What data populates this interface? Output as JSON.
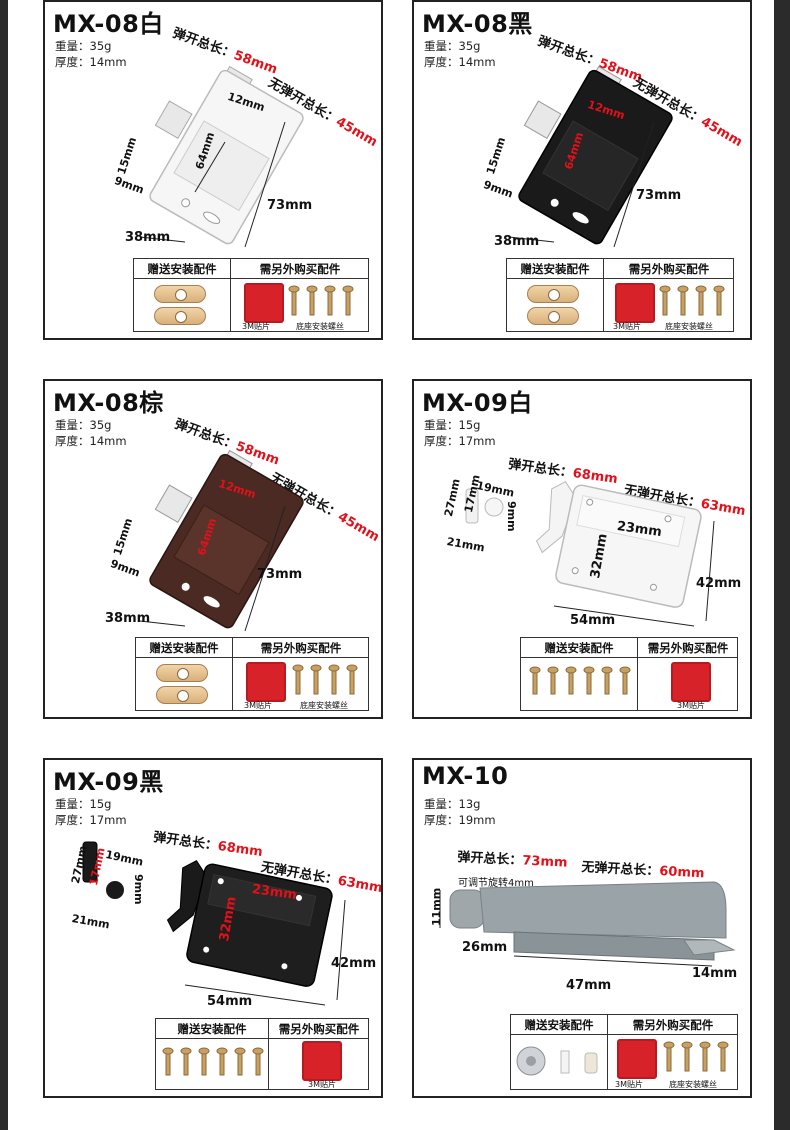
{
  "cards": [
    {
      "model": "MX-08白",
      "weight": "重量：35g",
      "thickness": "厚度：14mm",
      "eject_label": "弹开总长：",
      "eject_value": "58mm",
      "no_eject_label": "无弹开总长：",
      "no_eject_value": "45mm",
      "dims": [
        "12mm",
        "64mm",
        "15mm",
        "9mm",
        "73mm",
        "38mm"
      ],
      "box": {
        "free_head": "赠送安装配件",
        "buy_head": "需另外购买配件",
        "pad_caption": "3M贴片",
        "screw_caption": "底座安装螺丝"
      }
    },
    {
      "model": "MX-08黑",
      "weight": "重量：35g",
      "thickness": "厚度：14mm",
      "eject_label": "弹开总长：",
      "eject_value": "58mm",
      "no_eject_label": "无弹开总长：",
      "no_eject_value": "45mm",
      "dims": [
        "12mm",
        "64mm",
        "15mm",
        "9mm",
        "73mm",
        "38mm"
      ],
      "box": {
        "free_head": "赠送安装配件",
        "buy_head": "需另外购买配件",
        "pad_caption": "3M贴片",
        "screw_caption": "底座安装螺丝"
      }
    },
    {
      "model": "MX-08棕",
      "weight": "重量：35g",
      "thickness": "厚度：14mm",
      "eject_label": "弹开总长：",
      "eject_value": "58mm",
      "no_eject_label": "无弹开总长：",
      "no_eject_value": "45mm",
      "dims": [
        "12mm",
        "64mm",
        "15mm",
        "9mm",
        "73mm",
        "38mm"
      ],
      "box": {
        "free_head": "赠送安装配件",
        "buy_head": "需另外购买配件",
        "pad_caption": "3M贴片",
        "screw_caption": "底座安装螺丝"
      }
    },
    {
      "model": "MX-09白",
      "weight": "重量：15g",
      "thickness": "厚度：17mm",
      "eject_label": "弹开总长：",
      "eject_value": "68mm",
      "no_eject_label": "无弹开总长：",
      "no_eject_value": "63mm",
      "dims": [
        "27mm",
        "17mm",
        "19mm",
        "9mm",
        "21mm",
        "23mm",
        "32mm",
        "42mm",
        "54mm"
      ],
      "box": {
        "free_head": "赠送安装配件",
        "buy_head": "需另外购买配件",
        "pad_caption": "3M贴片"
      }
    },
    {
      "model": "MX-09黑",
      "weight": "重量：15g",
      "thickness": "厚度：17mm",
      "eject_label": "弹开总长：",
      "eject_value": "68mm",
      "no_eject_label": "无弹开总长：",
      "no_eject_value": "63mm",
      "dims": [
        "27mm",
        "17mm",
        "19mm",
        "9mm",
        "21mm",
        "23mm",
        "32mm",
        "42mm",
        "54mm"
      ],
      "box": {
        "free_head": "赠送安装配件",
        "buy_head": "需另外购买配件",
        "pad_caption": "3M贴片"
      }
    },
    {
      "model": "MX-10",
      "weight": "重量：13g",
      "thickness": "厚度：19mm",
      "eject_label": "弹开总长：",
      "eject_value": "73mm",
      "no_eject_label": "无弹开总长：",
      "no_eject_value": "60mm",
      "adjust_note": "可调节旋转4mm",
      "dims": [
        "11mm",
        "26mm",
        "47mm",
        "14mm"
      ],
      "box": {
        "free_head": "赠送安装配件",
        "buy_head": "需另外购买配件",
        "pad_caption": "3M贴片",
        "screw_caption": "底座安装螺丝"
      }
    }
  ],
  "colors": {
    "accent_red": "#e3101a",
    "white_body": "#f4f4f4",
    "black_body": "#1a1a1a",
    "brown_body": "#4a2a22",
    "grey_body": "#9aa3a8",
    "pad_red": "#d8222a"
  }
}
